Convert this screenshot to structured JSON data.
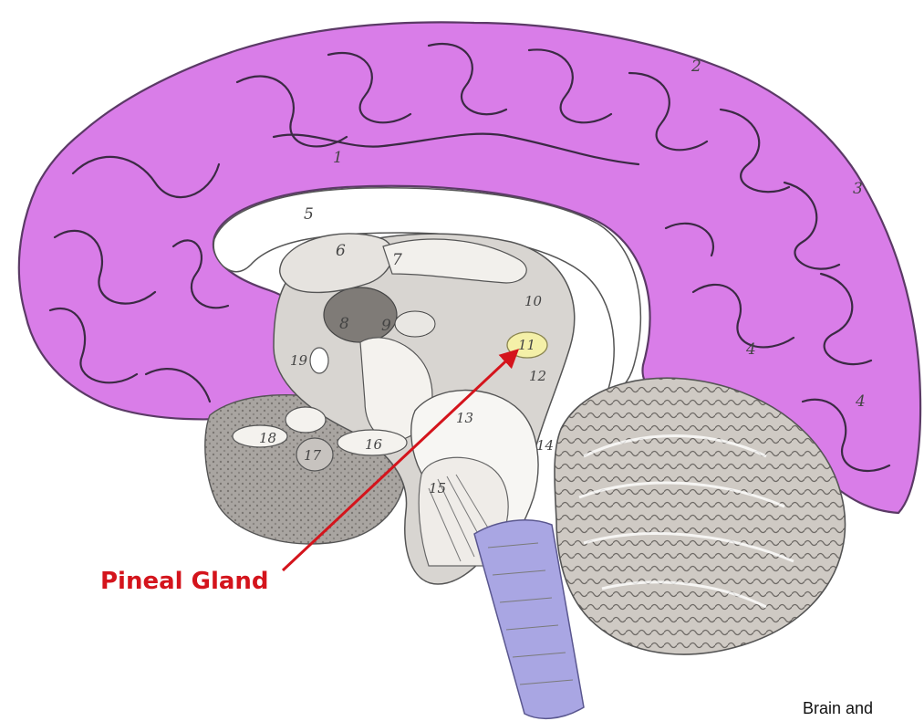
{
  "labels": {
    "n1": "1",
    "n2": "2",
    "n3": "3",
    "n4a": "4",
    "n4b": "4",
    "n5": "5",
    "n6": "6",
    "n7": "7",
    "n8": "8",
    "n9": "9",
    "n10": "10",
    "n11": "11",
    "n12": "12",
    "n13": "13",
    "n14": "14",
    "n15": "15",
    "n16": "16",
    "n17": "17",
    "n18": "18",
    "n19": "19"
  },
  "pointer": {
    "text": "Pineal Gland"
  },
  "caption": "Brain and",
  "colors": {
    "cortex": "#d97de8",
    "cortex_outline": "#5b3a66",
    "brainstem": "#f0eeea",
    "gray_matter": "#b9b6b2",
    "pineal": "#f4f0a8",
    "spinal_cord": "#a9a6e3",
    "pointer": "#d4141c"
  },
  "icons": {
    "pointer_arrow": "arrow-icon"
  }
}
